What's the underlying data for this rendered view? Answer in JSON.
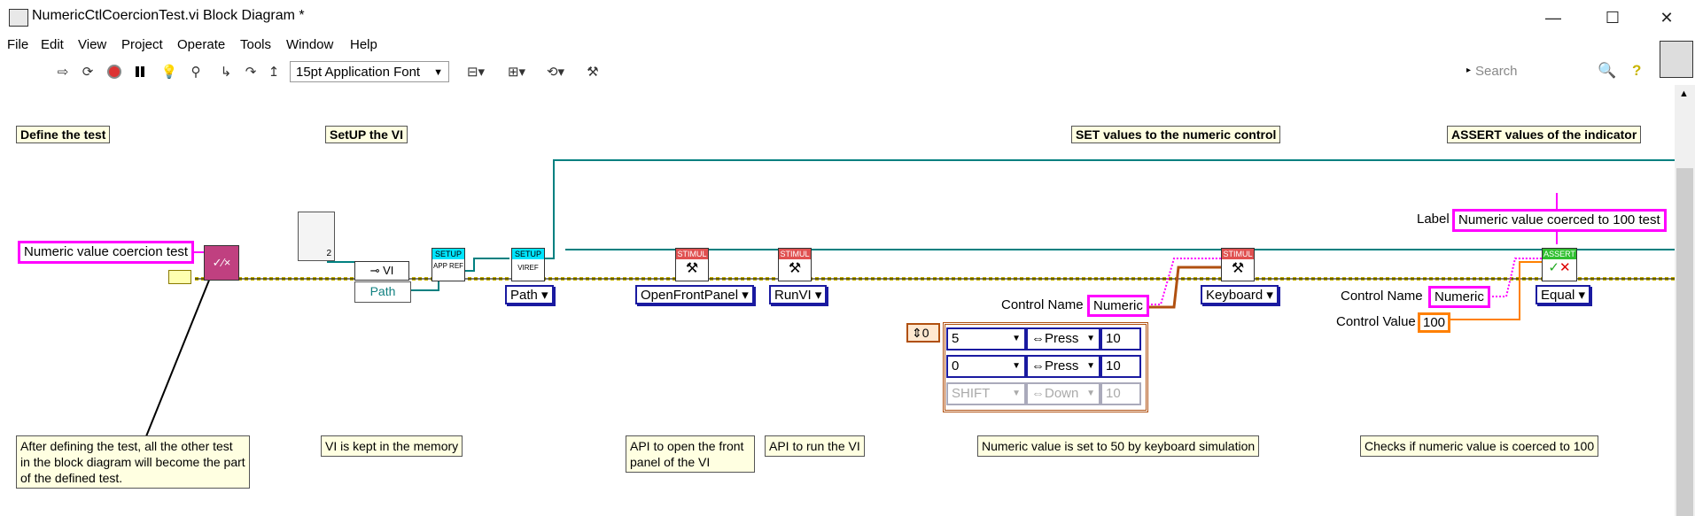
{
  "window": {
    "title": "NumericCtlCoercionTest.vi Block Diagram *",
    "controls": {
      "minimize": "—",
      "maximize": "☐",
      "close": "✕"
    }
  },
  "menu": [
    "File",
    "Edit",
    "View",
    "Project",
    "Operate",
    "Tools",
    "Window",
    "Help"
  ],
  "toolbar": {
    "font": "15pt Application Font",
    "search_placeholder": "Search"
  },
  "sections": {
    "define": "Define the test",
    "setup": "SetUP the VI",
    "set": "SET values to the numeric control",
    "assert": "ASSERT values of the indicator"
  },
  "constants": {
    "test_name": "Numeric value coercion test",
    "path_label": "Path",
    "path_enum": "Path",
    "open_front_panel": "OpenFrontPanel",
    "run_vi": "RunVI",
    "control_name_label_1": "Control Name",
    "control_name_value_1": "Numeric",
    "keyboard_enum": "Keyboard",
    "label_label": "Label",
    "label_value": "Numeric value coerced to 100 test",
    "control_name_label_2": "Control Name",
    "control_name_value_2": "Numeric",
    "control_value_label": "Control Value",
    "control_value": "100",
    "equal_enum": "Equal",
    "index_value": "0",
    "vi_ref_num": "2"
  },
  "nodes": {
    "setup1_header": "SETUP",
    "setup1_body": "APP REF",
    "setup2_header": "SETUP",
    "setup2_body": "VIREF",
    "stimul1_header": "STIMUL",
    "stimul2_header": "STIMUL",
    "stimul3_header": "STIMUL",
    "assert_header": "ASSERT",
    "vi_node_label": "VI"
  },
  "key_cluster": [
    {
      "key": "5",
      "action": "Press",
      "duration": "10"
    },
    {
      "key": "0",
      "action": "Press",
      "duration": "10"
    },
    {
      "key": "SHIFT",
      "action": "Down",
      "duration": "10"
    }
  ],
  "comments": {
    "define": "After defining the test, all the other test in the block diagram will become the part of the defined test.",
    "setup": "VI is kept in the memory",
    "open_panel": "API to open the front panel of the VI",
    "run": "API to run the VI",
    "keyboard": "Numeric value is set to 50 by keyboard simulation",
    "assert": "Checks if numeric value is coerced to 100"
  },
  "colors": {
    "pink": "#ff00ff",
    "orange": "#ff8000",
    "enum_blue": "#1a1aa0",
    "wire_teal": "#008080",
    "wire_yellow": "#c8b400",
    "setup_cyan": "#00e5ff",
    "stimul_red": "#e05050",
    "assert_green": "#30c030"
  }
}
